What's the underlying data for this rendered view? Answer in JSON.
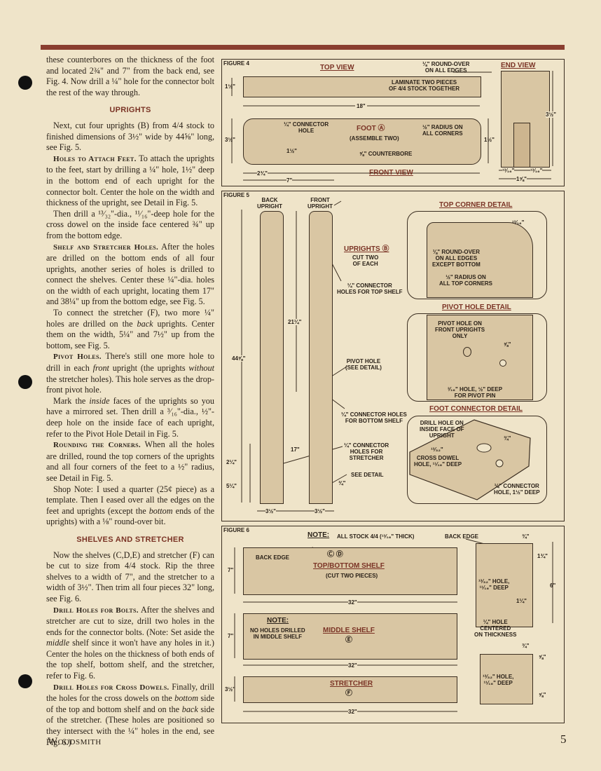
{
  "page": {
    "magazine": "Woodsmith",
    "page_number": "5"
  },
  "text": {
    "p1": "these counterbores on the thickness of the foot and located 2¾\" and 7\" from the back end, see Fig. 4. Now drill a ¼\" hole for the connector bolt the rest of the way through.",
    "h_uprights": "UPRIGHTS",
    "p2": "Next, cut four uprights (B) from 4/4 stock to finished dimensions of 3½\" wide by 44⅝\" long, see Fig. 5.",
    "rh_holes_feet": "Holes to Attach Feet.",
    "p3": " To attach the uprights to the feet, start by drilling a ¼\" hole, 1½\" deep in the bottom end of each upright for the connector bolt. Center the hole on the width and thickness of the upright, see Detail in Fig. 5.",
    "p4": "Then drill a ¹³⁄₃₂\"-dia., ¹¹⁄₁₆\"-deep hole for the cross dowel on the inside face centered ¾\" up from the bottom edge.",
    "rh_shelf": "Shelf and Stretcher Holes.",
    "p5": " After the holes are drilled on the bottom ends of all four uprights, another series of holes is drilled to connect the shelves. Center these ¼\"-dia. holes on the width of each upright, locating them 17\" and 38¼\" up from the bottom edge, see Fig. 5.",
    "p6a": "To connect the stretcher (F), two more ¼\" holes are drilled on the ",
    "p6em": "back",
    "p6b": " uprights. Center them on the width, 5¼\" and 7½\" up from the bottom, see Fig. 5.",
    "rh_pivot": "Pivot Holes.",
    "p7a": " There's still one more hole to drill in each ",
    "p7em1": "front",
    "p7b": " upright (the uprights ",
    "p7em2": "without",
    "p7c": " the stretcher holes). This hole serves as the drop-front pivot hole.",
    "p8a": "Mark the ",
    "p8em": "inside",
    "p8b": " faces of the uprights so you have a mirrored set. Then drill a ³⁄₁₆\"-dia., ½\"-deep hole on the inside face of each upright, refer to the Pivot Hole Detail in Fig. 5.",
    "rh_round": "Rounding the Corners.",
    "p9": " When all the holes are drilled, round the top corners of the uprights and all four corners of the feet to a ½\" radius, see Detail in Fig. 5.",
    "p10a": "Shop Note: I used a quarter (25¢ piece) as a template. Then I eased over all the edges on the feet and uprights (except the ",
    "p10em": "bottom",
    "p10b": " ends of the uprights) with a ⅛\" round-over bit.",
    "h_shelves": "SHELVES AND STRETCHER",
    "p11": "Now the shelves (C,D,E) and stretcher (F) can be cut to size from 4/4 stock. Rip the three shelves to a width of 7\", and the stretcher to a width of 3½\". Then trim all four pieces 32\" long, see Fig. 6.",
    "rh_drill": "Drill Holes for Bolts.",
    "p12a": " After the shelves and stretcher are cut to size, drill two holes in the ends for the connector bolts. (Note: Set aside the ",
    "p12em": "middle",
    "p12b": " shelf since it won't have any holes in it.) Center the holes on the thickness of both ends of the top shelf, bottom shelf, and the stretcher, refer to Fig. 6.",
    "rh_cross": "Drill Holes for Cross Dowels.",
    "p13a": " Finally, drill the holes for the cross dowels on the ",
    "p13em1": "bottom",
    "p13b": " side of the top and bottom shelf and on the ",
    "p13em2": "back",
    "p13c": " side of the stretcher. (These holes are positioned so they intersect with the ¼\" holes in the end, see Fig. 6.)"
  },
  "fig4": {
    "label": "FIGURE 4",
    "top_view": "TOP VIEW",
    "end_view": "END VIEW",
    "front_view": "FRONT VIEW",
    "roundover": "⅛\" ROUND-OVER\nON ALL EDGES",
    "laminate": "LAMINATE TWO PIECES\nOF 4/4 STOCK TOGETHER",
    "dim_18": "18\"",
    "dim_1_5_top": "1½\"",
    "connector_hole": "¼\" CONNECTOR\nHOLE",
    "foot": "FOOT Ⓐ",
    "assemble": "(ASSEMBLE TWO)",
    "radius": "½\" RADIUS ON\nALL CORNERS",
    "counterbore": "⅝\" COUNTERBORE",
    "dim_3_5": "3½\"",
    "dim_1_5_fv": "1½\"",
    "dim_2_75": "2¾\"",
    "dim_7": "7\"",
    "dim_3_5_end": "3½\"",
    "dim_1_5_end": "1½\"",
    "dim_13_16a": "¹³⁄₁₆\"",
    "dim_13_16b": "¹³⁄₁₆\"",
    "dim_1_5_8": "1⅝\""
  },
  "fig5": {
    "label": "FIGURE 5",
    "back_upright": "BACK\nUPRIGHT",
    "front_upright": "FRONT\nUPRIGHT",
    "uprights": "UPRIGHTS Ⓑ",
    "cut_two": "CUT TWO\nOF EACH",
    "conn_top": "¼\" CONNECTOR\nHOLES FOR TOP SHELF",
    "dim_21_25": "21¼\"",
    "dim_44_625": "44⅝\"",
    "pivot_hole": "PIVOT HOLE\n(SEE DETAIL)",
    "conn_bottom": "¼\" CONNECTOR HOLES\nFOR BOTTOM SHELF",
    "dim_17": "17\"",
    "conn_stretcher": "¼\" CONNECTOR\nHOLES FOR\nSTRETCHER",
    "dim_2_25": "2¼\"",
    "see_detail": "SEE DETAIL",
    "dim_5_25": "5¼\"",
    "dim_0_75": "¾\"",
    "dim_3_5a": "3½\"",
    "dim_3_5b": "3½\"",
    "top_corner": "TOP CORNER DETAIL",
    "dim_13_16": "¹³⁄₁₆\"",
    "roundover": "⅛\" ROUND-OVER\nON ALL EDGES\nEXCEPT BOTTOM",
    "radius": "½\" RADIUS ON\nALL TOP CORNERS",
    "pivot_detail": "PIVOT HOLE DETAIL",
    "pivot_front": "PIVOT HOLE ON\nFRONT UPRIGHTS\nONLY",
    "dim_5_8": "⅝\"",
    "pivot_pin": "³⁄₁₆\" HOLE, ½\" DEEP\nFOR PIVOT PIN",
    "foot_conn": "FOOT CONNECTOR DETAIL",
    "drill_inside": "DRILL HOLE ON\nINSIDE FACE OF\nUPRIGHT",
    "dim_3_4": "¾\"",
    "dim_13_32": "¹³⁄₃₂\"",
    "cross_dowel": "CROSS DOWEL\nHOLE, ¹¹⁄₁₆\" DEEP",
    "conn_hole": "¼\" CONNECTOR\nHOLE, 1½\" DEEP"
  },
  "fig6": {
    "label": "FIGURE 6",
    "note": "NOTE:",
    "note_text": "ALL STOCK 4/4 (¹³⁄₁₆\" THICK)",
    "back_edge_r": "BACK EDGE",
    "dim_3_4_top": "¾\"",
    "back_edge": "BACK EDGE",
    "top_bottom": "TOP/BOTTOM SHELF",
    "cd": "Ⓒ Ⓓ",
    "cut_two": "(CUT TWO PIECES)",
    "dim_7": "7\"",
    "dim_1_75": "1¾\"",
    "hole_13_32": "¹³⁄₃₂\" HOLE,\n¹¹⁄₁₆\" DEEP",
    "dim_6": "6\"",
    "dim_32a": "32\"",
    "dim_1_25": "1¼\"",
    "note2": "NOTE:",
    "no_holes": "NO HOLES DRILLED\nIN MIDDLE SHELF",
    "middle": "MIDDLE SHELF",
    "e": "Ⓔ",
    "dim_7b": "7\"",
    "centered": "¼\" HOLE\nCENTERED\nON THICKNESS",
    "dim_3_4_b": "¾\"",
    "dim_32b": "32\"",
    "dim_5_8": "⅝\"",
    "stretcher": "STRETCHER",
    "f": "Ⓕ",
    "dim_3_5": "3½\"",
    "hole2": "¹³⁄₃₂\" HOLE,\n¹¹⁄₁₆\" DEEP",
    "dim_5_8b": "⅝\"",
    "dim_32c": "32\""
  }
}
